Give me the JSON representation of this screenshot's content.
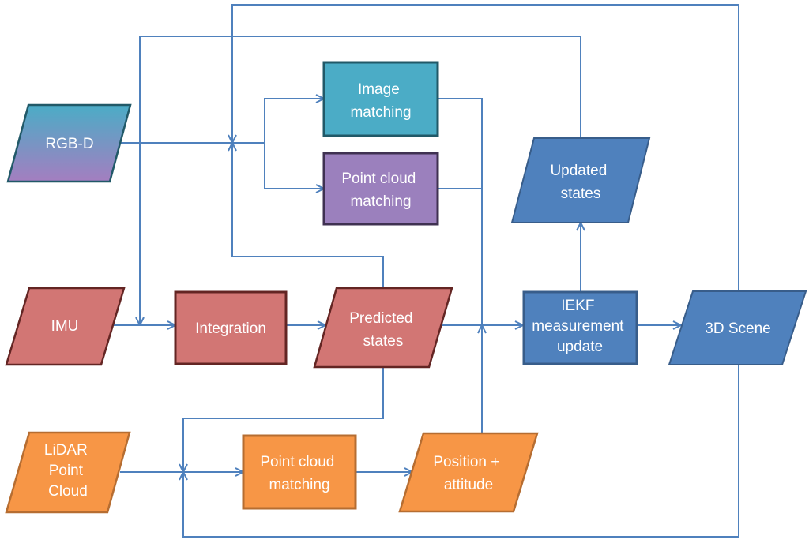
{
  "colors": {
    "line": "#4f81bd",
    "blue_fill": "#4f81bd",
    "blue_stroke": "#385d8a",
    "red_fill": "#d27674",
    "red_stroke": "#632523",
    "orange_fill": "#f79646",
    "orange_stroke": "#b66d31",
    "teal_fill": "#4bacc6",
    "teal_stroke": "#215968",
    "purple_fill": "#9b80bd",
    "purple_stroke": "#3f3151"
  },
  "nodes": {
    "rgbd": {
      "lines": [
        "RGB-D"
      ],
      "shape": "parallelogram",
      "fill": "gradient-blue-purple"
    },
    "image_matching": {
      "lines": [
        "Image",
        "matching"
      ],
      "shape": "rectangle",
      "fill": "teal"
    },
    "pc_matching_top": {
      "lines": [
        "Point cloud",
        "matching"
      ],
      "shape": "rectangle",
      "fill": "purple"
    },
    "updated_states": {
      "lines": [
        "Updated",
        "states"
      ],
      "shape": "parallelogram",
      "fill": "blue"
    },
    "imu": {
      "lines": [
        "IMU"
      ],
      "shape": "parallelogram",
      "fill": "red"
    },
    "integration": {
      "lines": [
        "Integration"
      ],
      "shape": "rectangle",
      "fill": "red"
    },
    "predicted_states": {
      "lines": [
        "Predicted",
        "states"
      ],
      "shape": "parallelogram",
      "fill": "red"
    },
    "iekf": {
      "lines": [
        "IEKF",
        "measurement",
        "update"
      ],
      "shape": "rectangle",
      "fill": "blue"
    },
    "scene3d": {
      "lines": [
        "3D Scene"
      ],
      "shape": "parallelogram",
      "fill": "blue"
    },
    "lidar": {
      "lines": [
        "LiDAR",
        "Point",
        "Cloud"
      ],
      "shape": "parallelogram",
      "fill": "orange"
    },
    "pc_matching_bottom": {
      "lines": [
        "Point cloud",
        "matching"
      ],
      "shape": "rectangle",
      "fill": "orange"
    },
    "position_attitude": {
      "lines": [
        "Position +",
        "attitude"
      ],
      "shape": "parallelogram",
      "fill": "orange"
    }
  }
}
